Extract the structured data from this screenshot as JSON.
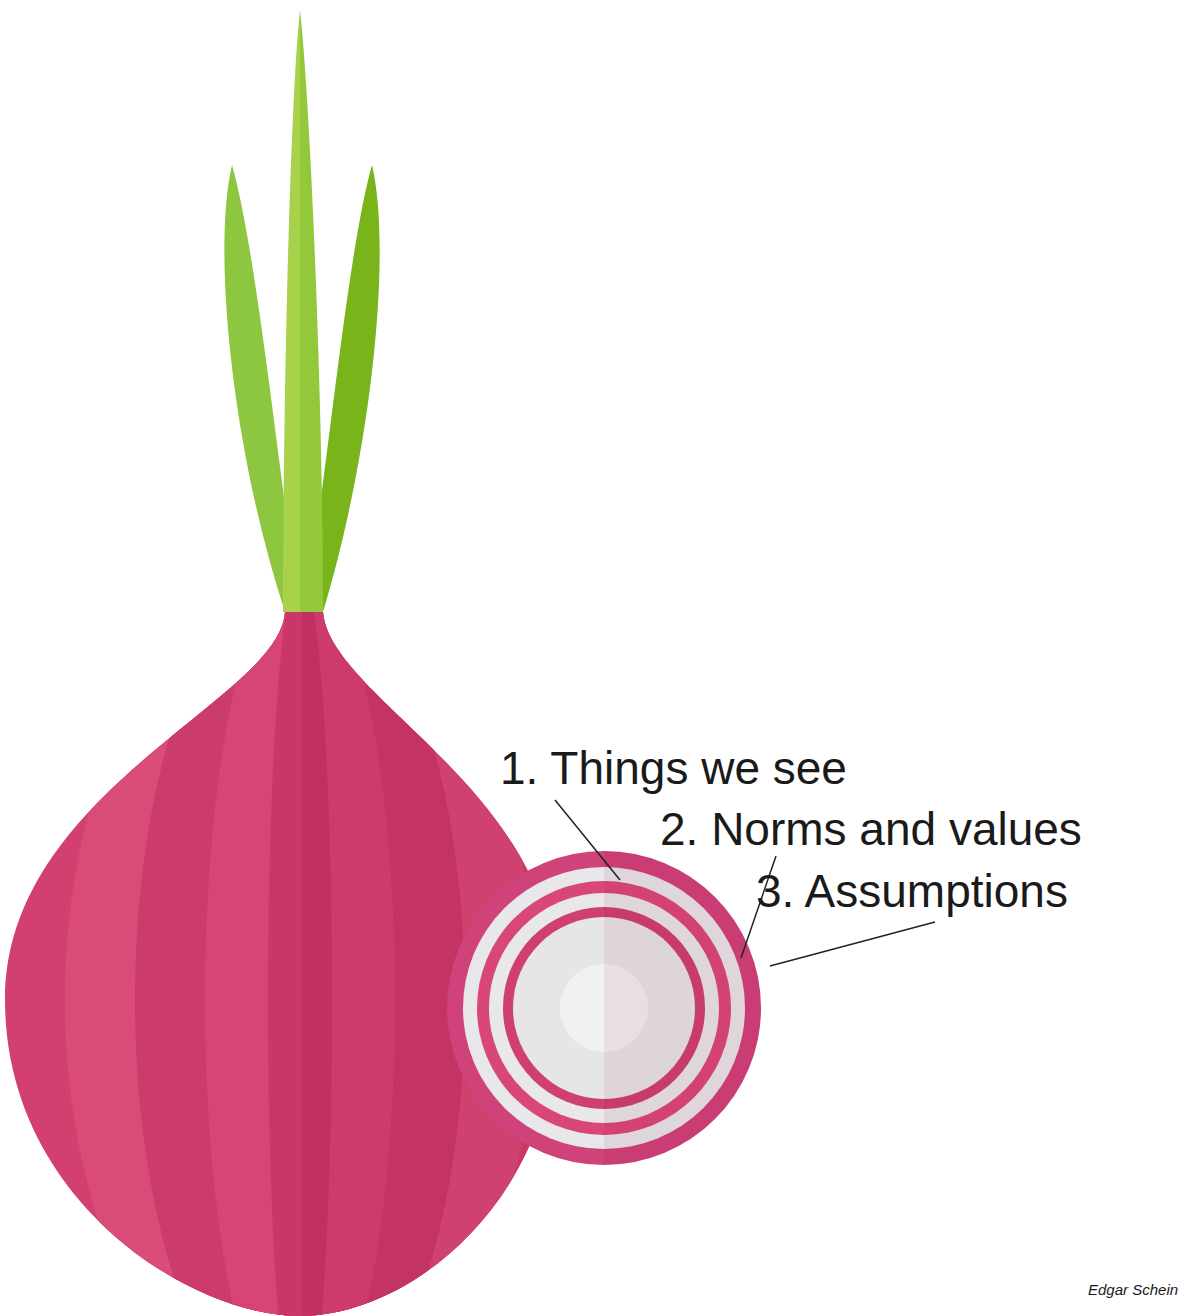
{
  "diagram": {
    "labels": [
      "1. Things we see",
      "2. Norms and values",
      "3. Assumptions",
      "Edgar Schein"
    ]
  }
}
